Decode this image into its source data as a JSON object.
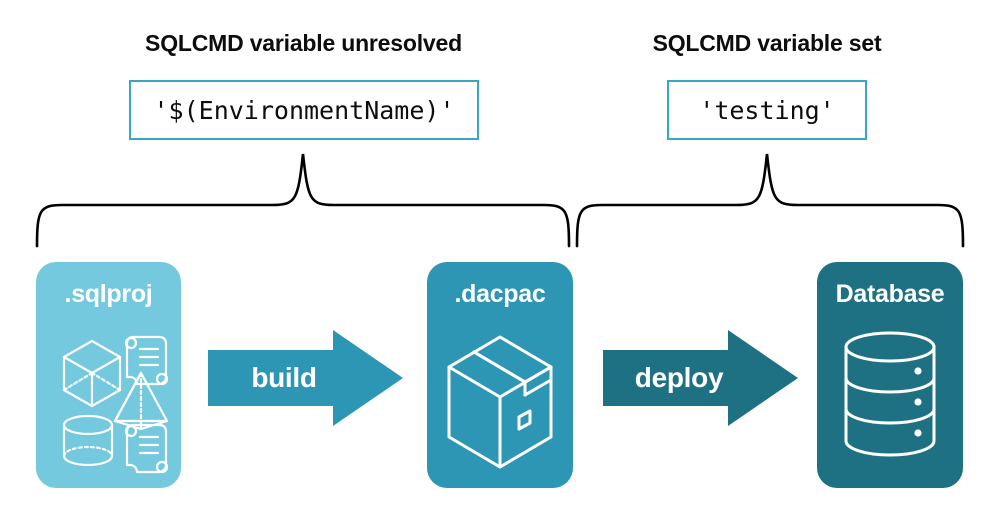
{
  "headings": {
    "left": "SQLCMD variable unresolved",
    "right": "SQLCMD variable set"
  },
  "code_boxes": {
    "left": "'$(EnvironmentName)'",
    "right": "'testing'"
  },
  "nodes": [
    {
      "label": ".sqlproj",
      "color": "#74c9de",
      "icon": "project-artifacts-icon"
    },
    {
      "label": ".dacpac",
      "color": "#2e96b5",
      "icon": "package-box-icon"
    },
    {
      "label": "Database",
      "color": "#1e7183",
      "icon": "database-cylinder-icon"
    }
  ],
  "arrows": [
    {
      "label": "build",
      "color": "#2e96b5"
    },
    {
      "label": "deploy",
      "color": "#1e7183"
    }
  ],
  "colors": {
    "light_blue": "#74c9de",
    "medium_blue": "#2e96b5",
    "dark_teal": "#1e7183",
    "code_border": "#3ba6c4",
    "brace_stroke": "#000000",
    "text_dark": "#0d0d0d",
    "background": "#ffffff"
  },
  "braces": {
    "left_label": "brace-grouping-sqlproj-to-dacpac",
    "right_label": "brace-grouping-dacpac-to-database"
  }
}
